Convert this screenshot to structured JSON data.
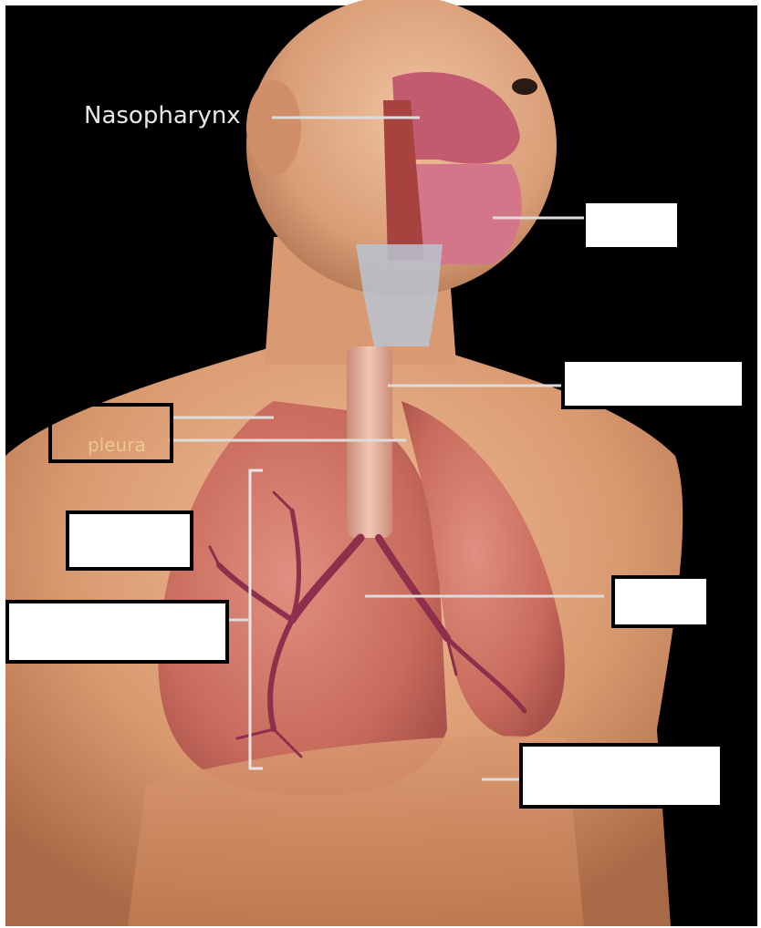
{
  "diagram": {
    "labels": {
      "nasopharynx": "Nasopharynx",
      "pleura": "pleura"
    },
    "answer_box_count": 7
  },
  "colors": {
    "background": "#000000",
    "frame": "#ffffff",
    "skin": "#e2a784",
    "lung": "#c9685c",
    "bronchi": "#8e2f4c",
    "leader_line": "#dcdcdc",
    "label_text": "#e8e8e8",
    "pleura_text": "#f2e6a8",
    "box_fill": "#ffffff",
    "box_border": "#000000"
  }
}
